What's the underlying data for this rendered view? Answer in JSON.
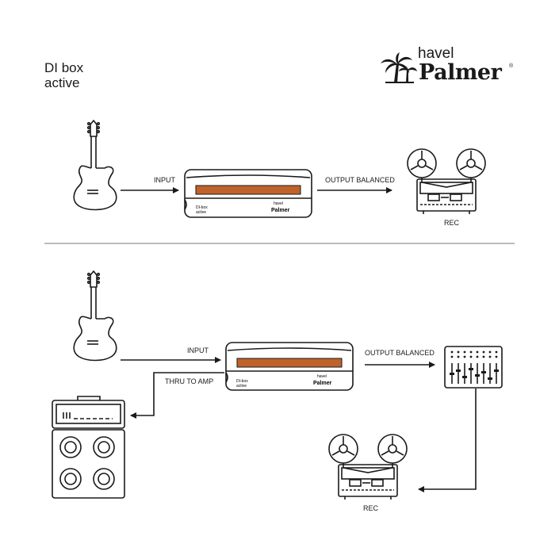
{
  "header": {
    "title_line1": "DI box",
    "title_line2": "active",
    "brand_top": "havel",
    "brand_main": "Palmer",
    "brand_reg": "®"
  },
  "top_setup": {
    "input_label": "INPUT",
    "output_label": "OUTPUT BALANCED",
    "recorder_label": "REC",
    "device_text_line1": "DI-box",
    "device_text_line2": "active",
    "device_brand_top": "havel",
    "device_brand": "Palmer"
  },
  "bottom_setup": {
    "input_label": "INPUT",
    "output_label": "OUTPUT BALANCED",
    "thru_label": "THRU TO AMP",
    "recorder_label": "REC",
    "device_text_line1": "DI-box",
    "device_text_line2": "active",
    "device_brand_top": "havel",
    "device_brand": "Palmer"
  },
  "colors": {
    "line": "#1a1a1a",
    "accent_strip": "#c0622c",
    "divider": "#777777"
  },
  "icons": [
    "guitar-icon",
    "di-box-icon",
    "reel-recorder-icon",
    "mixer-icon",
    "amp-cabinet-icon",
    "palm-tree-icon"
  ]
}
